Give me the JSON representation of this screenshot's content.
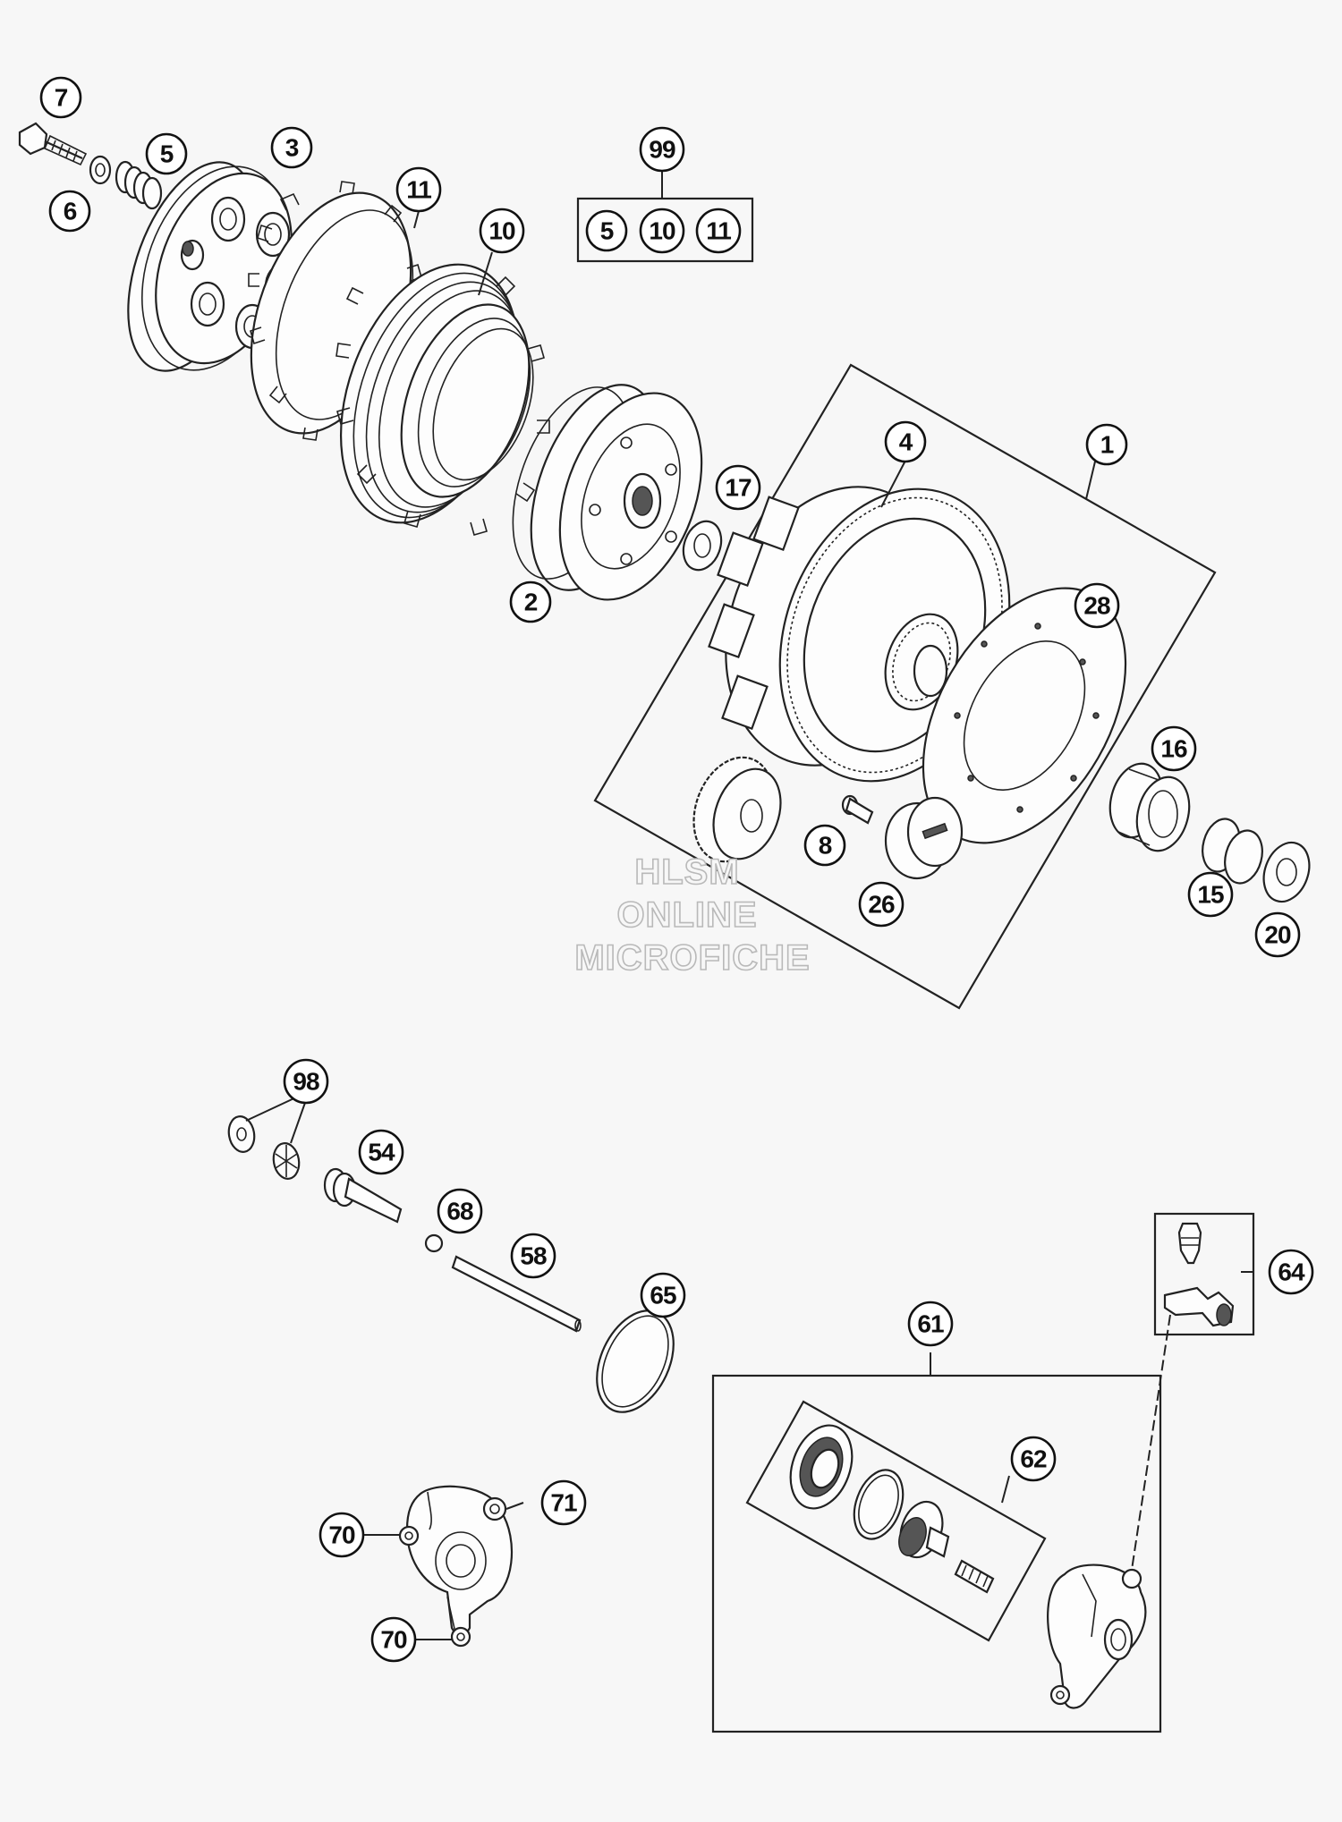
{
  "callouts": {
    "c7": "7",
    "c5a": "5",
    "c3": "3",
    "c6": "6",
    "c11": "11",
    "c10": "10",
    "c99": "99",
    "c99_5": "5",
    "c99_10": "10",
    "c99_11": "11",
    "c17": "17",
    "c2": "2",
    "c4": "4",
    "c1": "1",
    "c28": "28",
    "c16": "16",
    "c8": "8",
    "c26": "26",
    "c15": "15",
    "c20": "20",
    "c98": "98",
    "c54": "54",
    "c68": "68",
    "c58": "58",
    "c65": "65",
    "c61": "61",
    "c62": "62",
    "c64": "64",
    "c70a": "70",
    "c71": "71",
    "c70b": "70"
  },
  "watermark": {
    "line1": "HLSM",
    "line2": "ONLINE",
    "line3": "MICROFICHE"
  }
}
